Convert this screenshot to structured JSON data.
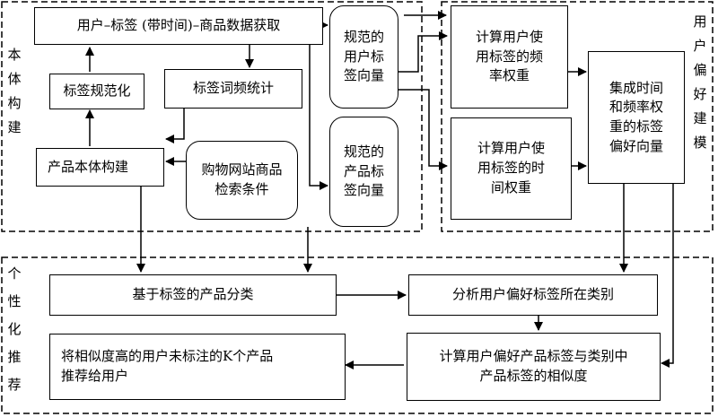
{
  "sections": {
    "ontology": "本体构建",
    "preference": "用户偏好建模",
    "recommend": "个性化推荐"
  },
  "boxes": {
    "acquire": "用户–标签 (带时间)–商品数据获取",
    "normalize": "标签规范化",
    "frequency": "标签词频统计",
    "product_ontology": "产品本体构建",
    "search_conditions": "购物网站商品\n检索条件",
    "user_tag_vector": "规范的\n用户标\n签向量",
    "product_tag_vector": "规范的\n产品标\n签向量",
    "freq_weight": "计算用户使\n用标签的频\n率权重",
    "time_weight": "计算用户使\n用标签的时\n间权重",
    "preference_vector": "集成时间\n和频率权\n重的标签\n偏好向量",
    "classify": "基于标签的产品分类",
    "analyze_category": "分析用户偏好标签所在类别",
    "similarity": "计算用户偏好产品标签与类别中\n产品标签的相似度",
    "recommend": "将相似度高的用户未标注的K个产品\n推荐给用户"
  }
}
